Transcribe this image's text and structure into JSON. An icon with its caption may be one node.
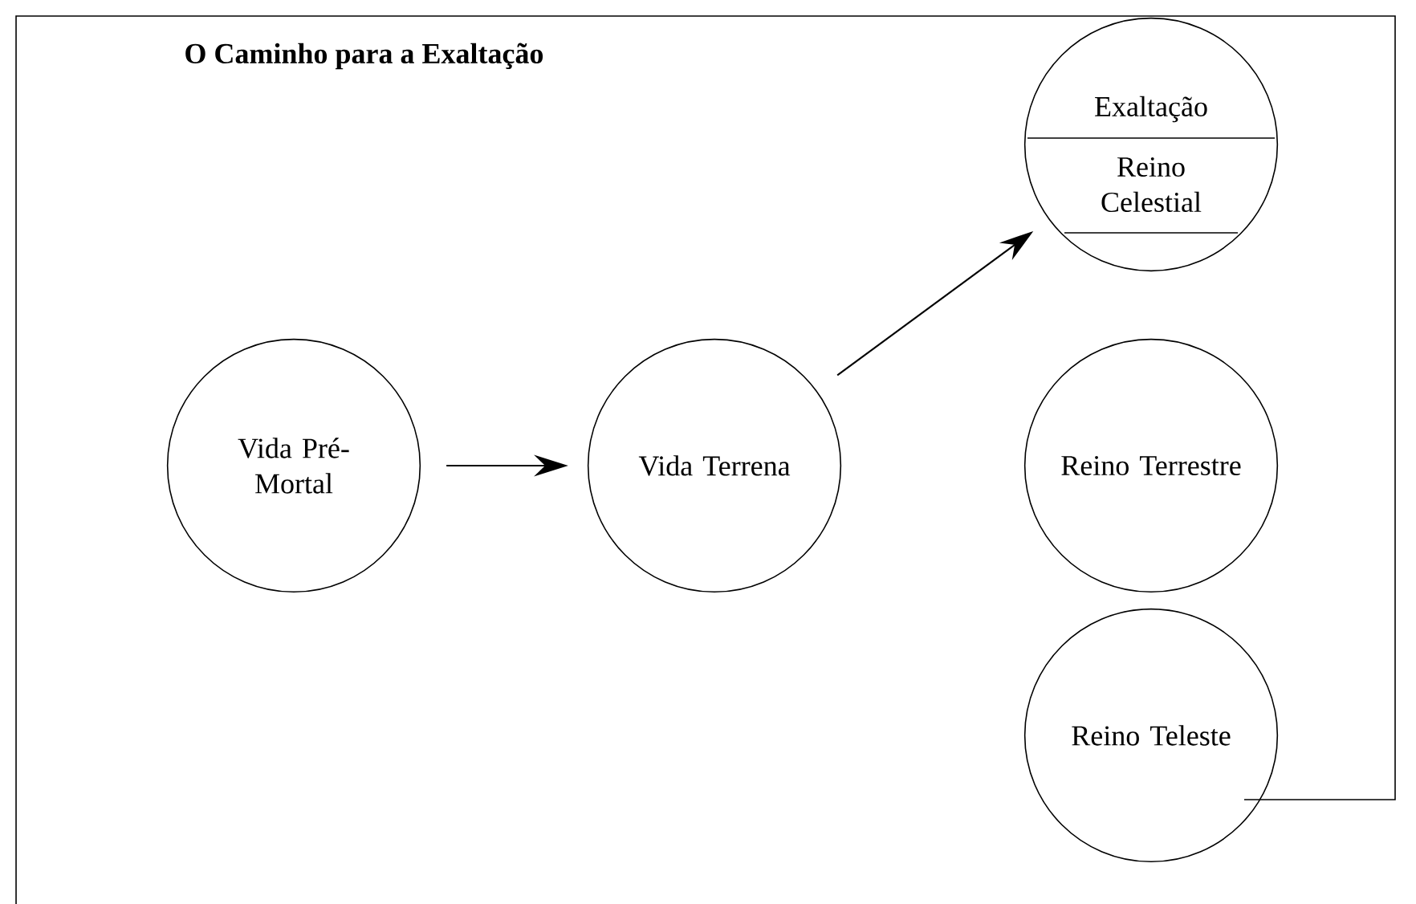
{
  "diagram": {
    "title": "O Caminho para a Exaltação",
    "nodes": [
      {
        "text": [
          "Vida Pré-Mortal"
        ]
      },
      {
        "text": [
          "Vida Terrena"
        ]
      },
      {
        "text": [
          "Exaltação",
          "Reino Celestial"
        ]
      },
      {
        "text": [
          "Reino Terrestre"
        ]
      },
      {
        "text": [
          "Reino Teleste"
        ]
      }
    ],
    "edges": [
      {
        "from": 0,
        "to": 1,
        "arrow": "to"
      },
      {
        "from": 1,
        "to": 2,
        "arrow": "to"
      }
    ]
  }
}
